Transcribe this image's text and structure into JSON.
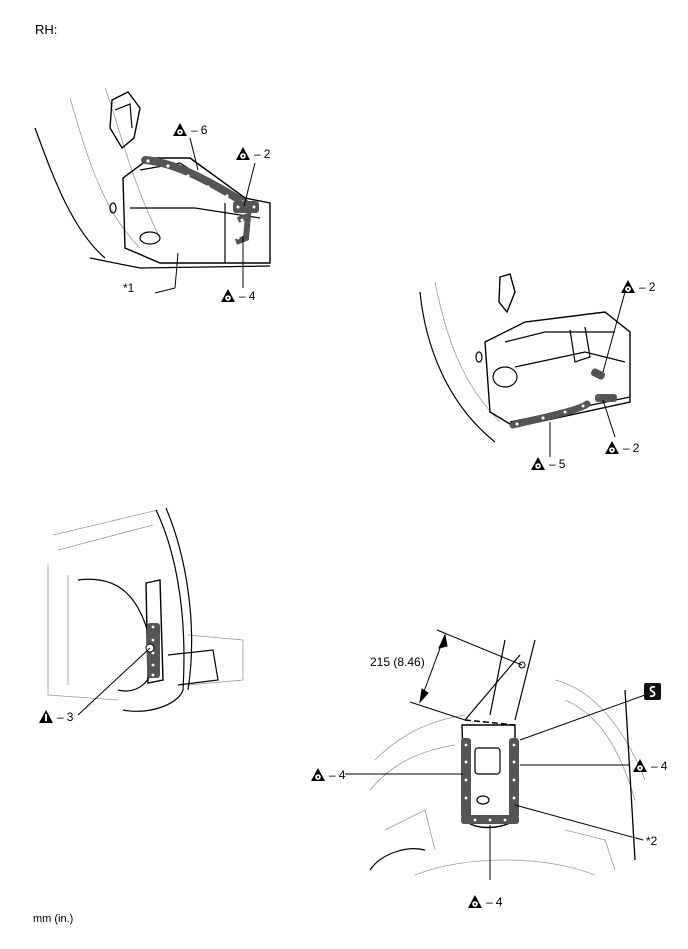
{
  "header": {
    "title": "RH:"
  },
  "footer": {
    "unit_note": "mm (in.)"
  },
  "symbols": {
    "weld_spot_icon": "triangle-spot-weld-icon",
    "weld_info_icon": "triangle-info-icon",
    "sealer_icon": "s-sealer-icon"
  },
  "panel1": {
    "callouts": [
      {
        "label": "6"
      },
      {
        "label": "2"
      },
      {
        "label": "4"
      }
    ],
    "ref": "*1"
  },
  "panel2": {
    "callouts": [
      {
        "label": "2"
      },
      {
        "label": "2"
      },
      {
        "label": "5"
      }
    ]
  },
  "panel3": {
    "callouts": [
      {
        "label": "3"
      }
    ]
  },
  "panel4": {
    "dimension": "215 (8.46)",
    "callouts": [
      {
        "label": "4"
      },
      {
        "label": "4"
      },
      {
        "label": "4"
      }
    ],
    "ref": "*2"
  },
  "colors": {
    "line": "#000000",
    "sealer_band": "#555555",
    "faint": "#999999"
  }
}
